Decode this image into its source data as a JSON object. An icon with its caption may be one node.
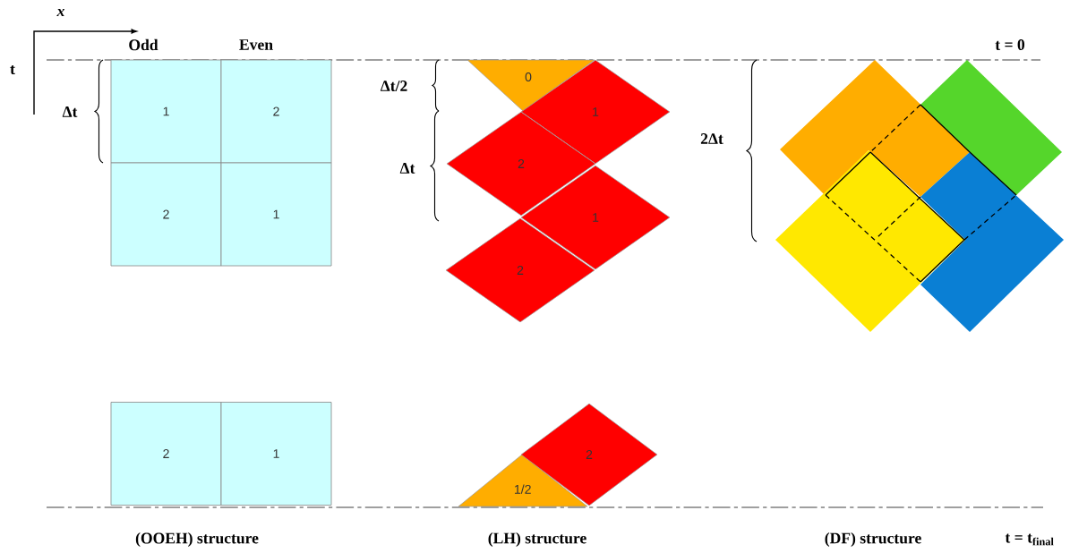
{
  "diagram": {
    "nodes": [
      {
        "text": [
          "1"
        ]
      },
      {
        "text": [
          "2"
        ]
      },
      {
        "text": [
          "2"
        ]
      },
      {
        "text": [
          "1"
        ]
      },
      {
        "text": [
          "2"
        ]
      },
      {
        "text": [
          "1"
        ]
      },
      {
        "text": [
          "0"
        ]
      },
      {
        "text": [
          "1"
        ]
      },
      {
        "text": [
          "2"
        ]
      },
      {
        "text": [
          "1"
        ]
      },
      {
        "text": [
          "2"
        ]
      },
      {
        "text": [
          "1/2"
        ]
      },
      {
        "text": [
          "2"
        ]
      },
      {
        "text": [],
        "shape": "diamond"
      },
      {
        "text": [],
        "shape": "diamond"
      },
      {
        "text": [],
        "shape": "diamond"
      },
      {
        "text": [],
        "shape": "diamond"
      }
    ],
    "labels": [
      "x",
      "t",
      "Odd",
      "Even",
      "t = 0",
      "Δt",
      "Δt/2",
      "Δt",
      "2Δt",
      "(OOEH) structure",
      "(LH) structure",
      "(DF) structure",
      "t = t$_{final}$"
    ]
  }
}
